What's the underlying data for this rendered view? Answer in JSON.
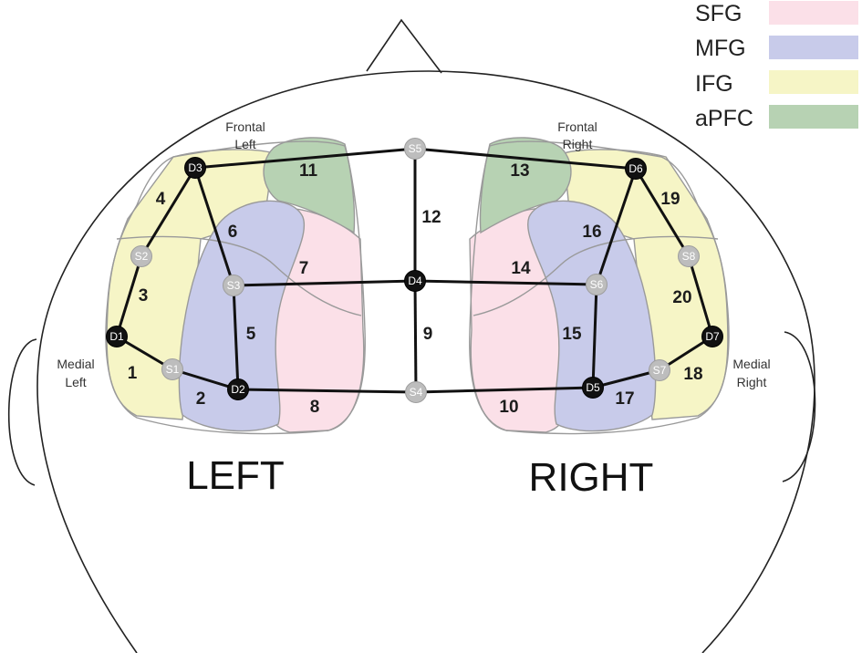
{
  "legend": [
    {
      "label": "SFG",
      "color": "#fbe0e8"
    },
    {
      "label": "MFG",
      "color": "#c8cbea"
    },
    {
      "label": "IFG",
      "color": "#f6f5c6"
    },
    {
      "label": "aPFC",
      "color": "#b7d2b3"
    }
  ],
  "hemispheres": {
    "left": "LEFT",
    "right": "RIGHT"
  },
  "area_labels": {
    "frontal_left": [
      "Frontal",
      "Left"
    ],
    "frontal_right": [
      "Frontal",
      "Right"
    ],
    "medial_left": [
      "Medial",
      "Left"
    ],
    "medial_right": [
      "Medial",
      "Right"
    ]
  },
  "sources": [
    "S1",
    "S2",
    "S3",
    "S4",
    "S5",
    "S6",
    "S7",
    "S8"
  ],
  "detectors": [
    "D1",
    "D2",
    "D3",
    "D4",
    "D5",
    "D6",
    "D7"
  ],
  "channels": [
    {
      "id": "1",
      "from": "S1",
      "to": "D1"
    },
    {
      "id": "2",
      "from": "S1",
      "to": "D2"
    },
    {
      "id": "3",
      "from": "S2",
      "to": "D1"
    },
    {
      "id": "4",
      "from": "S2",
      "to": "D3"
    },
    {
      "id": "5",
      "from": "S3",
      "to": "D2"
    },
    {
      "id": "6",
      "from": "S3",
      "to": "D3"
    },
    {
      "id": "7",
      "from": "S3",
      "to": "D4"
    },
    {
      "id": "8",
      "from": "S4",
      "to": "D2"
    },
    {
      "id": "9",
      "from": "S4",
      "to": "D4"
    },
    {
      "id": "10",
      "from": "S4",
      "to": "D5"
    },
    {
      "id": "11",
      "from": "S5",
      "to": "D3"
    },
    {
      "id": "12",
      "from": "S5",
      "to": "D4"
    },
    {
      "id": "13",
      "from": "S5",
      "to": "D6"
    },
    {
      "id": "14",
      "from": "S6",
      "to": "D4"
    },
    {
      "id": "15",
      "from": "S6",
      "to": "D5"
    },
    {
      "id": "16",
      "from": "S6",
      "to": "D6"
    },
    {
      "id": "17",
      "from": "S7",
      "to": "D5"
    },
    {
      "id": "18",
      "from": "S7",
      "to": "D7"
    },
    {
      "id": "19",
      "from": "S8",
      "to": "D6"
    },
    {
      "id": "20",
      "from": "S8",
      "to": "D7"
    }
  ],
  "colors": {
    "source_fill": "#bdbdbd",
    "detector_fill": "#111111",
    "line": "#111111",
    "outline": "#9a9a9a"
  }
}
